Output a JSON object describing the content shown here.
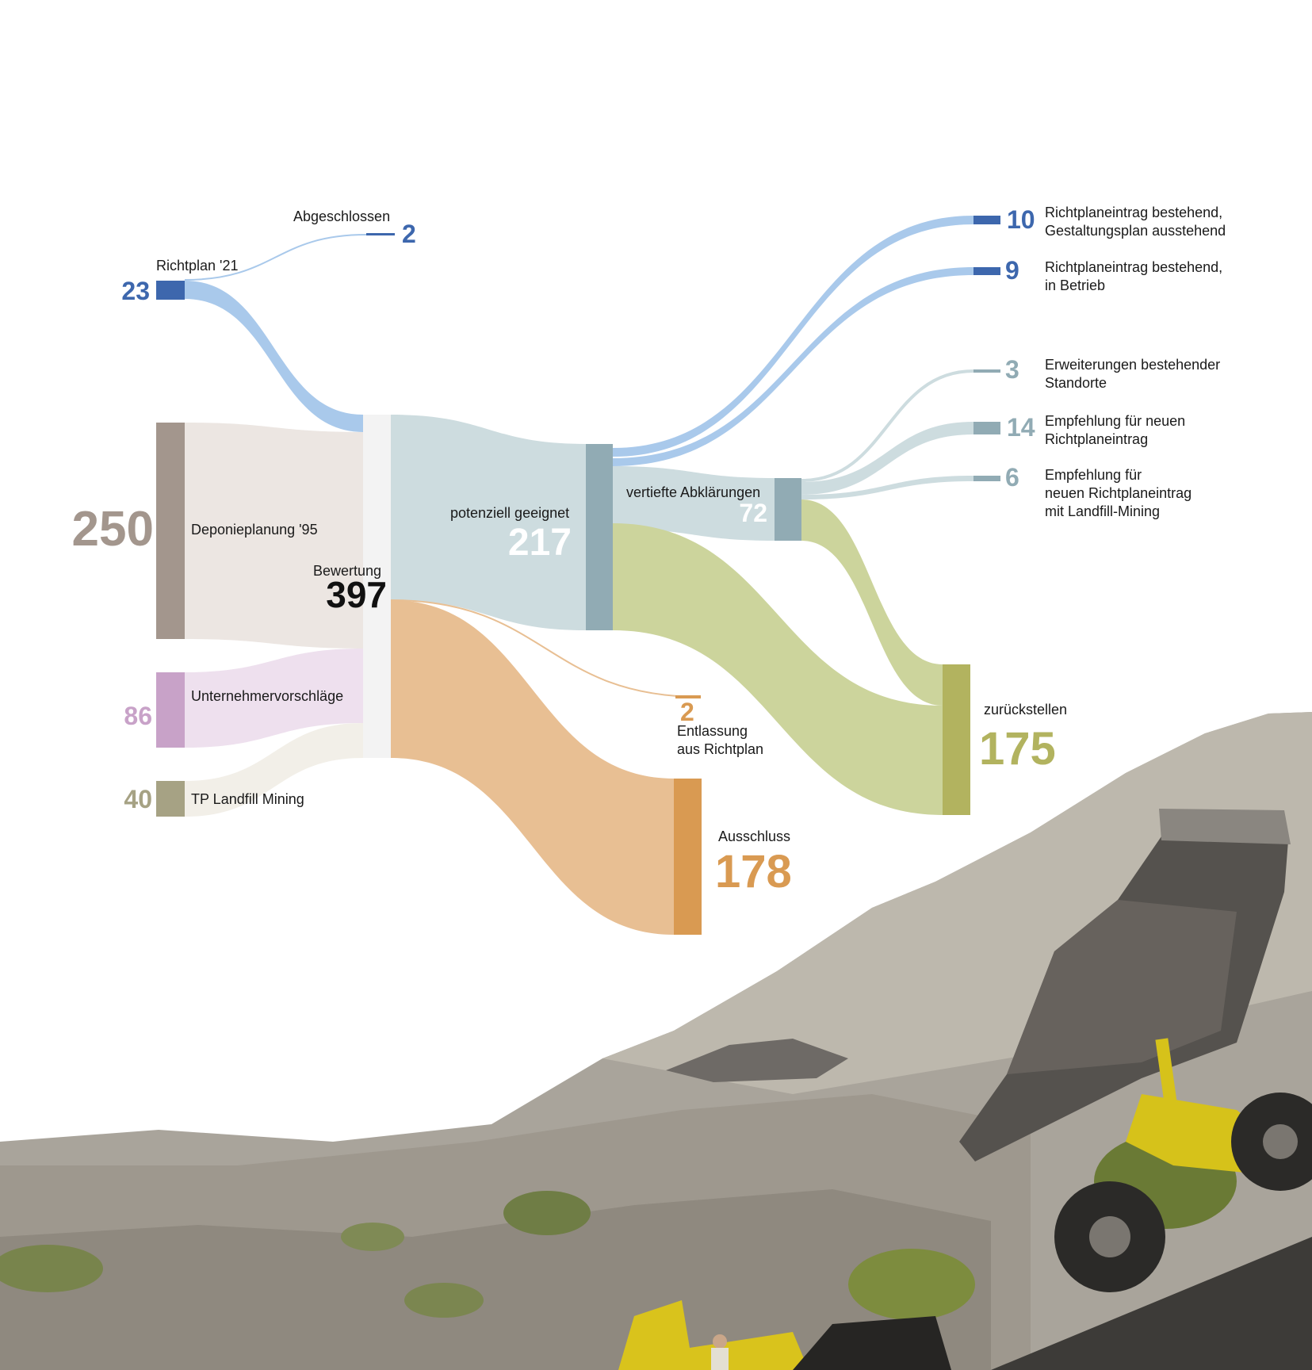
{
  "colors": {
    "blue": "#3d67ad",
    "blue_flow": "#a9c9eb",
    "taupe": "#a3968d",
    "taupe_flow": "#ece6e2",
    "purple": "#c8a2c8",
    "purple_flow": "#eee0ee",
    "olive_grey": "#a6a284",
    "olive_grey_flow": "#f2efe8",
    "bewertung": "#f3f3f3",
    "teal": "#91abb4",
    "teal_flow": "#cddcdf",
    "orange": "#d99a52",
    "orange_flow": "#e8bf93",
    "green": "#b2b35f",
    "green_flow": "#ccd49c",
    "black": "#111111",
    "white": "#ffffff"
  },
  "nodes": {
    "richtplan21": {
      "label": "Richtplan '21",
      "value": "23"
    },
    "abgeschlossen": {
      "label": "Abgeschlossen",
      "value": "2"
    },
    "deponieplanung": {
      "label": "Deponieplanung '95",
      "value": "250"
    },
    "unternehmer": {
      "label": "Unternehmervorschläge",
      "value": "86"
    },
    "landfill": {
      "label": "TP Landfill Mining",
      "value": "40"
    },
    "bewertung": {
      "label": "Bewertung",
      "value": "397"
    },
    "geeignet": {
      "label": "potenziell geeignet",
      "value": "217"
    },
    "entlassung": {
      "label_line1": "Entlassung",
      "label_line2": "aus Richtplan",
      "value": "2"
    },
    "ausschluss": {
      "label": "Ausschluss",
      "value": "178"
    },
    "vertiefte": {
      "label": "vertiefte Abklärungen",
      "value": "72"
    },
    "zurueck": {
      "label": "zurückstellen",
      "value": "175"
    },
    "gestaltung": {
      "label_line1": "Richtplaneintrag bestehend,",
      "label_line2": "Gestaltungsplan ausstehend",
      "value": "10"
    },
    "betrieb": {
      "label_line1": "Richtplaneintrag bestehend,",
      "label_line2": "in Betrieb",
      "value": "9"
    },
    "erweiterungen": {
      "label_line1": "Erweiterungen bestehender",
      "label_line2": "Standorte",
      "value": "3"
    },
    "neu": {
      "label_line1": "Empfehlung für neuen",
      "label_line2": "Richtplaneintrag",
      "value": "14"
    },
    "mining": {
      "label_line1": "Empfehlung für",
      "label_line2": "neuen Richtplaneintrag",
      "label_line3": "mit Landfill-Mining",
      "value": "6"
    }
  },
  "photo": {
    "subject": "dump truck tipping gravel on a landfill slope"
  }
}
